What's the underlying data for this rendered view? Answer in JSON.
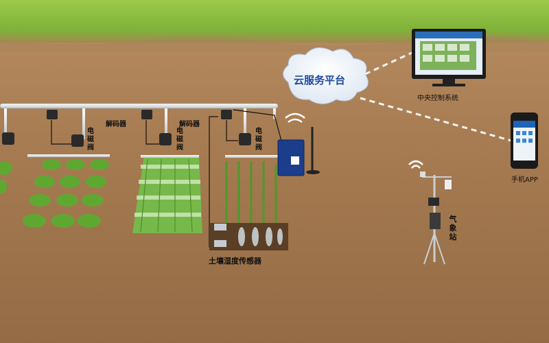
{
  "cloud": {
    "label": "云服务平台"
  },
  "central": {
    "label": "中央控制系统"
  },
  "phone": {
    "label": "手机APP"
  },
  "decoders": [
    {
      "label": "解码器"
    },
    {
      "label": "解码器"
    }
  ],
  "valves": [
    {
      "label": "电磁阀"
    },
    {
      "label": "电磁阀"
    },
    {
      "label": "电磁阀"
    }
  ],
  "soil_sensor": {
    "label": "土壤湿度传感器"
  },
  "weather_station": {
    "label": "气象站"
  },
  "colors": {
    "grass": "#7fb23a",
    "soil": "#a77c52",
    "pipe": "#e8ecef",
    "cloud_text": "#1d4aa0",
    "gateway": "#1b3d8c"
  }
}
